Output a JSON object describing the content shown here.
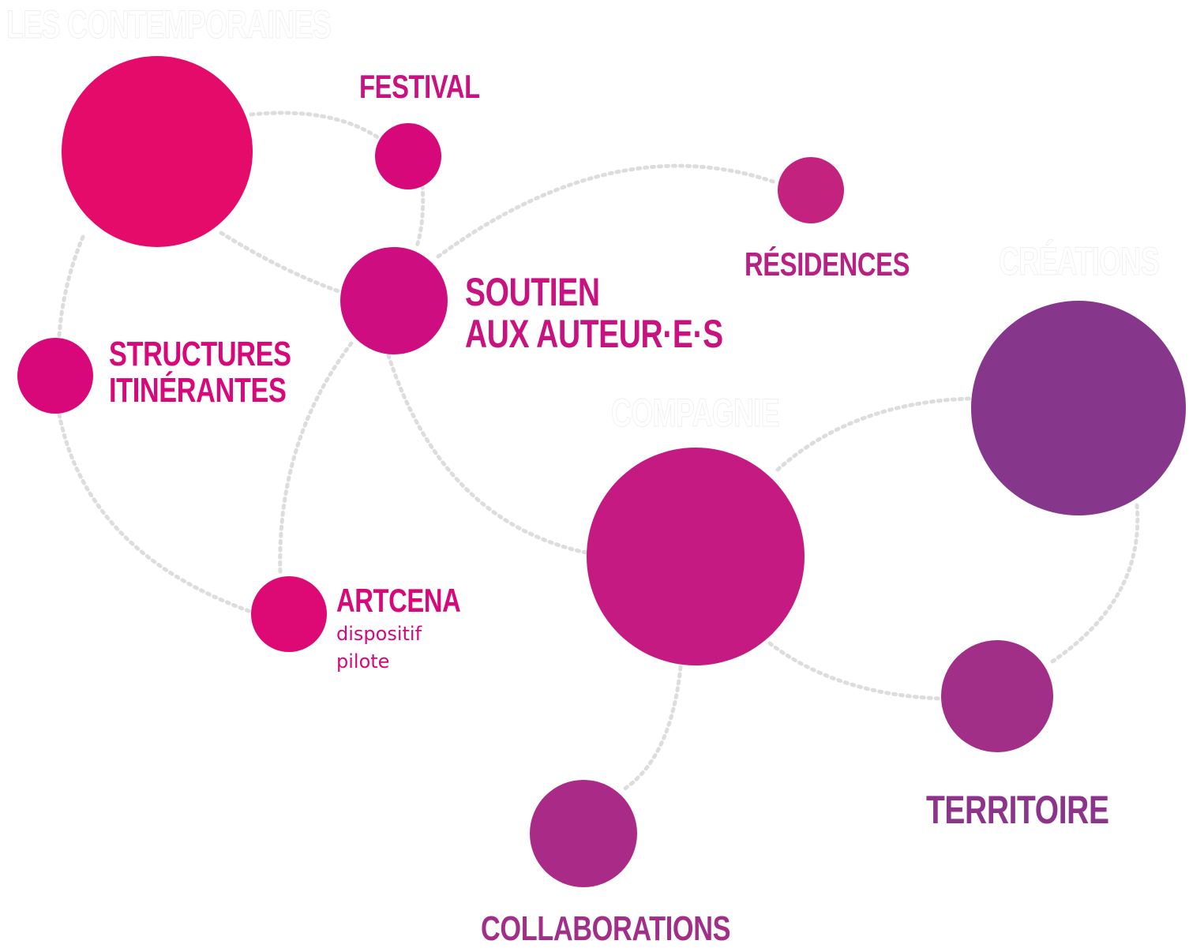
{
  "title": "Les Contemporaines",
  "headings": {
    "creations": "Créations",
    "compagnie": "Compagnie"
  },
  "labels": {
    "festival": "Festival",
    "residences": "Résidences",
    "soutien_line1": "Soutien",
    "soutien_line2": "aux auteur·e·s",
    "structures_line1": "Structures",
    "structures_line2": "itinérantes",
    "artcena": "ARTCENA",
    "artcena_sub1": "dispositif",
    "artcena_sub2": "pilote",
    "territoire": "Territoire",
    "collaborations": "Collaborations"
  },
  "colors": {
    "pink": "#e50b6b",
    "magenta": "#d6087a",
    "magenta_mid": "#ce0e80",
    "plum": "#c41a82",
    "violet": "#86368b",
    "orchid": "#a12f88",
    "purple_pink": "#aa2b87",
    "residences": "#c3227f",
    "link": "#dcdcdc"
  }
}
